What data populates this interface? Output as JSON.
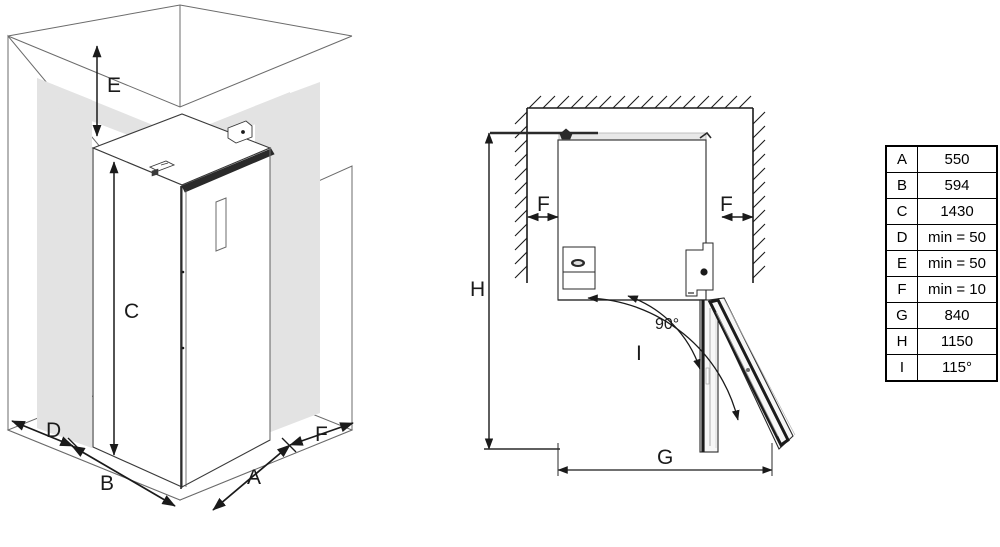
{
  "diagram": {
    "title": "Appliance installation clearance diagram",
    "views": [
      {
        "id": "isometric-room-view",
        "label": ""
      },
      {
        "id": "top-plan-view",
        "label": ""
      }
    ]
  },
  "left_view": {
    "name": "isometric-room-view",
    "dimension_labels": [
      {
        "key": "E",
        "text": "E"
      },
      {
        "key": "C",
        "text": "C"
      },
      {
        "key": "D",
        "text": "D"
      },
      {
        "key": "B",
        "text": "B"
      },
      {
        "key": "A",
        "text": "A"
      },
      {
        "key": "F",
        "text": "F"
      }
    ]
  },
  "middle_view": {
    "name": "top-plan-view",
    "dimension_labels": [
      {
        "key": "H",
        "text": "H"
      },
      {
        "key": "F_left",
        "text": "F"
      },
      {
        "key": "F_right",
        "text": "F"
      },
      {
        "key": "G",
        "text": "G"
      },
      {
        "key": "I",
        "text": "I"
      }
    ],
    "angle_annotation": "90°"
  },
  "spec_table": {
    "name": "dimension-spec-table",
    "rows": [
      {
        "key": "A",
        "value": "550"
      },
      {
        "key": "B",
        "value": "594"
      },
      {
        "key": "C",
        "value": "1430"
      },
      {
        "key": "D",
        "value": "min = 50"
      },
      {
        "key": "E",
        "value": "min = 50"
      },
      {
        "key": "F",
        "value": "min = 10"
      },
      {
        "key": "G",
        "value": "840"
      },
      {
        "key": "H",
        "value": "1150"
      },
      {
        "key": "I",
        "value": "115°"
      }
    ]
  },
  "colors": {
    "line": "#1a1a1a",
    "thin_line": "#555555",
    "wall_shade": "#e3e3e3",
    "appliance_body": "#ffffff",
    "background": "#ffffff",
    "door_shade": "#f2f2f2"
  }
}
